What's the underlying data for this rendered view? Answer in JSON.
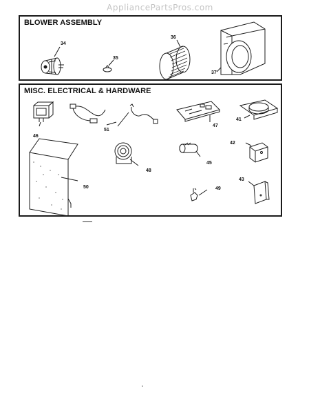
{
  "watermark": "AppliancePartsPros.com",
  "sections": {
    "blower": {
      "title": "BLOWER ASSEMBLY",
      "callouts": {
        "motor": "34",
        "mount": "35",
        "wheel": "36",
        "housing": "37"
      }
    },
    "misc": {
      "title": "MISC. ELECTRICAL & HARDWARE",
      "callouts": {
        "transformer": "46",
        "harness": "51",
        "control_board": "47",
        "collar": "41",
        "cabinet_panel": "50",
        "limit_switch": "48",
        "capacitor": "45",
        "bracket": "42",
        "diode": "49",
        "cover": "43"
      }
    }
  },
  "colors": {
    "line": "#1a1a1a",
    "watermark": "#c4c4c4"
  }
}
